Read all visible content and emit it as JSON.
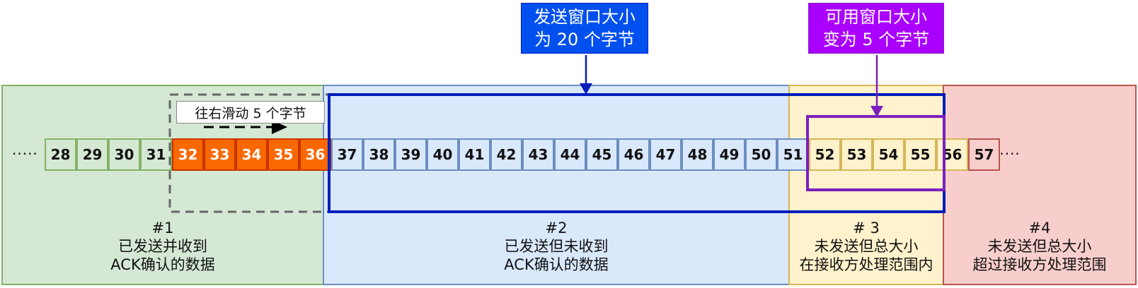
{
  "callouts": {
    "send_window": "发送窗口大小\n为 20 个字节",
    "usable_window": "可用窗口大小\n变为 5 个字节"
  },
  "slide_label": "往右滑动 5  个字节",
  "ellipsis_left": "·····",
  "ellipsis_right": "·····",
  "regions": [
    {
      "id": "1",
      "label": "#1\n已发送并收到\nACK确认的数据",
      "fill": "#d5e8d4",
      "border": "#82b366"
    },
    {
      "id": "2",
      "label": "#2\n已发送但未收到\nACK确认的数据",
      "fill": "#dae8fc",
      "border": "#6c8ebf"
    },
    {
      "id": "3",
      "label": "# 3\n未发送但总大小\n在接收方处理范围内",
      "fill": "#fff2cc",
      "border": "#d6b656"
    },
    {
      "id": "4",
      "label": "#4\n未发送但总大小\n超过接收方处理范围",
      "fill": "#f8cecc",
      "border": "#b85450"
    }
  ],
  "bytes": {
    "green": [
      "28",
      "29",
      "30",
      "31"
    ],
    "orange": [
      "32",
      "33",
      "34",
      "35",
      "36"
    ],
    "blue": [
      "37",
      "38",
      "39",
      "40",
      "41",
      "42",
      "43",
      "44",
      "45",
      "46",
      "47",
      "48",
      "49",
      "50",
      "51"
    ],
    "yellow": [
      "52",
      "53",
      "54",
      "55",
      "56"
    ],
    "red": [
      "57"
    ]
  },
  "colors": {
    "green_cell_fill": "#d5e8d4",
    "green_cell_border": "#82b366",
    "orange_cell_fill": "#fa6800",
    "orange_cell_border": "#c73500",
    "blue_cell_fill": "#dae8fc",
    "blue_cell_border": "#6c8ebf",
    "yellow_cell_fill": "#fff2cc",
    "yellow_cell_border": "#d6b656",
    "red_cell_fill": "#f8cecc",
    "red_cell_border": "#b85450",
    "send_window": "#001dbc",
    "send_callout_fill": "#0050ef",
    "usable_window": "#7a1fbd",
    "usable_callout_fill": "#aa00ff",
    "slide_dash": "#666666"
  }
}
